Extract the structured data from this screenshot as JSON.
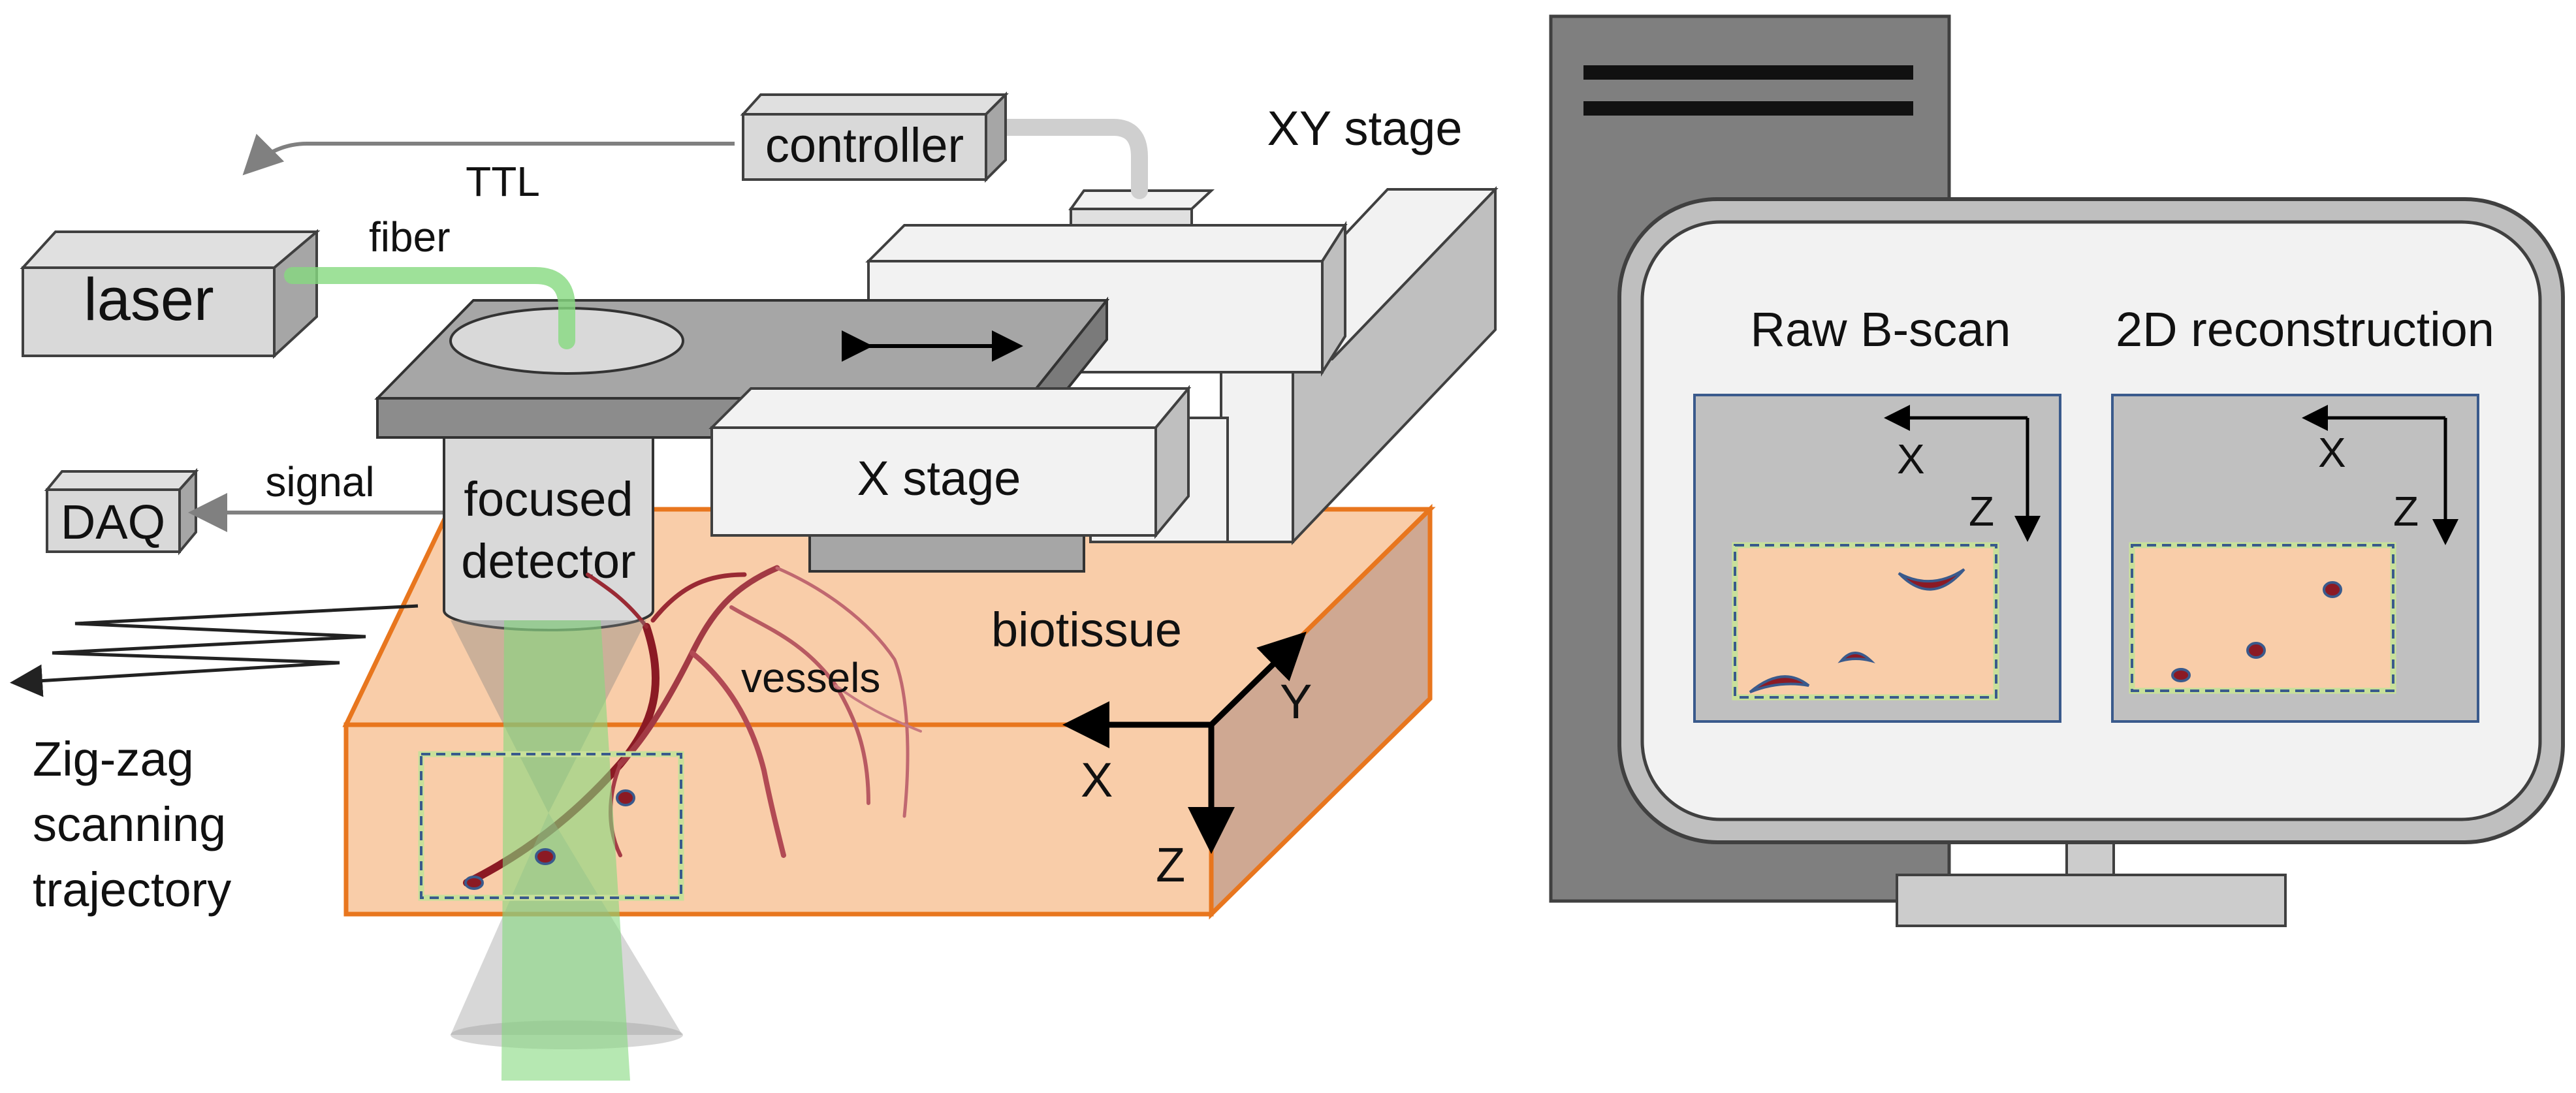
{
  "labels": {
    "controller": "controller",
    "ttl": "TTL",
    "xy_stage": "XY stage",
    "laser": "laser",
    "fiber": "fiber",
    "signal": "signal",
    "daq": "DAQ",
    "focused_detector_line1": "focused",
    "focused_detector_line2": "detector",
    "x_stage": "X stage",
    "biotissue": "biotissue",
    "vessels": "vessels",
    "zigzag_line1": "Zig-zag",
    "zigzag_line2": "scanning",
    "zigzag_line3": "trajectory"
  },
  "axes": {
    "x": "X",
    "y": "Y",
    "z": "Z"
  },
  "monitor": {
    "raw_title": "Raw B-scan",
    "recon_title": "2D reconstruction",
    "axis_x": "X",
    "axis_z": "Z"
  },
  "colors": {
    "tissue_fill": "#f9cda9",
    "tissue_edge": "#e8761e",
    "stage_fill": "#f2f2f2",
    "plate_fill": "#a6a6a6",
    "laser_box": "#d9d9d9",
    "beam_green": "#86d97f",
    "vessel_red": "#8b1a24",
    "roi_border": "#c8e09a",
    "computer_gray": "#7f7f7f"
  }
}
